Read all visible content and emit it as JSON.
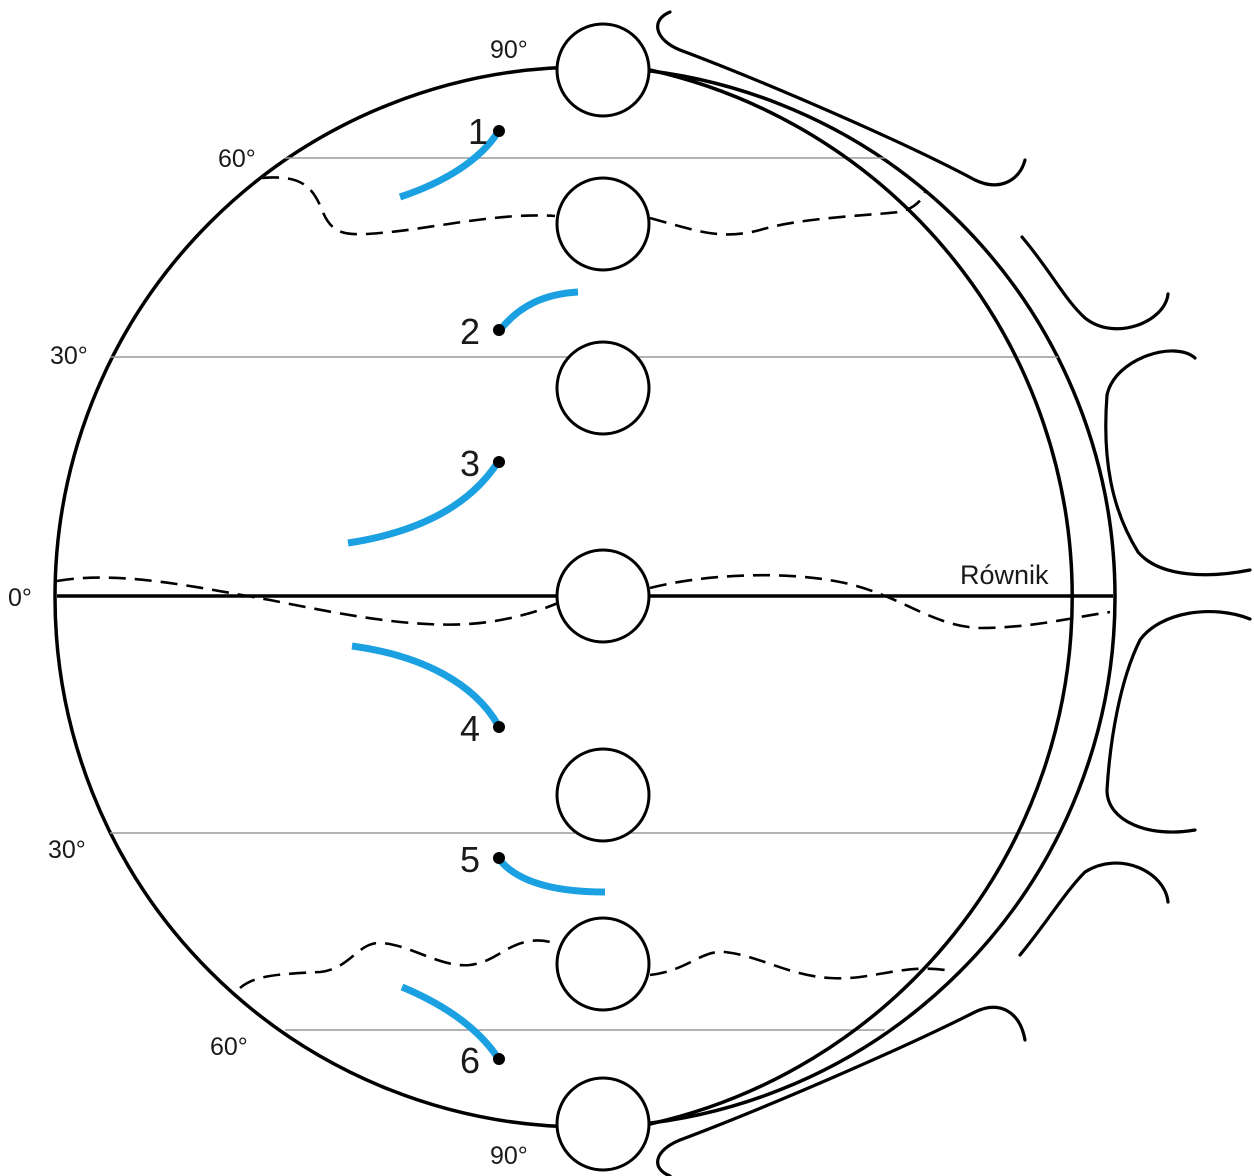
{
  "latitude_labels": [
    {
      "id": "n90",
      "text": "90°"
    },
    {
      "id": "n60",
      "text": "60°"
    },
    {
      "id": "n30",
      "text": "30°"
    },
    {
      "id": "eq",
      "text": "0°"
    },
    {
      "id": "s30",
      "text": "30°"
    },
    {
      "id": "s60",
      "text": "60°"
    },
    {
      "id": "s90",
      "text": "90°"
    }
  ],
  "equator_label": "Równik",
  "wind_markers": [
    {
      "id": "w1",
      "number": "1"
    },
    {
      "id": "w2",
      "number": "2"
    },
    {
      "id": "w3",
      "number": "3"
    },
    {
      "id": "w4",
      "number": "4"
    },
    {
      "id": "w5",
      "number": "5"
    },
    {
      "id": "w6",
      "number": "6"
    }
  ],
  "pressure_circles_count": 7,
  "colors": {
    "outline": "#000000",
    "latitude_line": "#9a9a9a",
    "wind_arrow": "#1ba1e2",
    "background": "#ffffff"
  }
}
